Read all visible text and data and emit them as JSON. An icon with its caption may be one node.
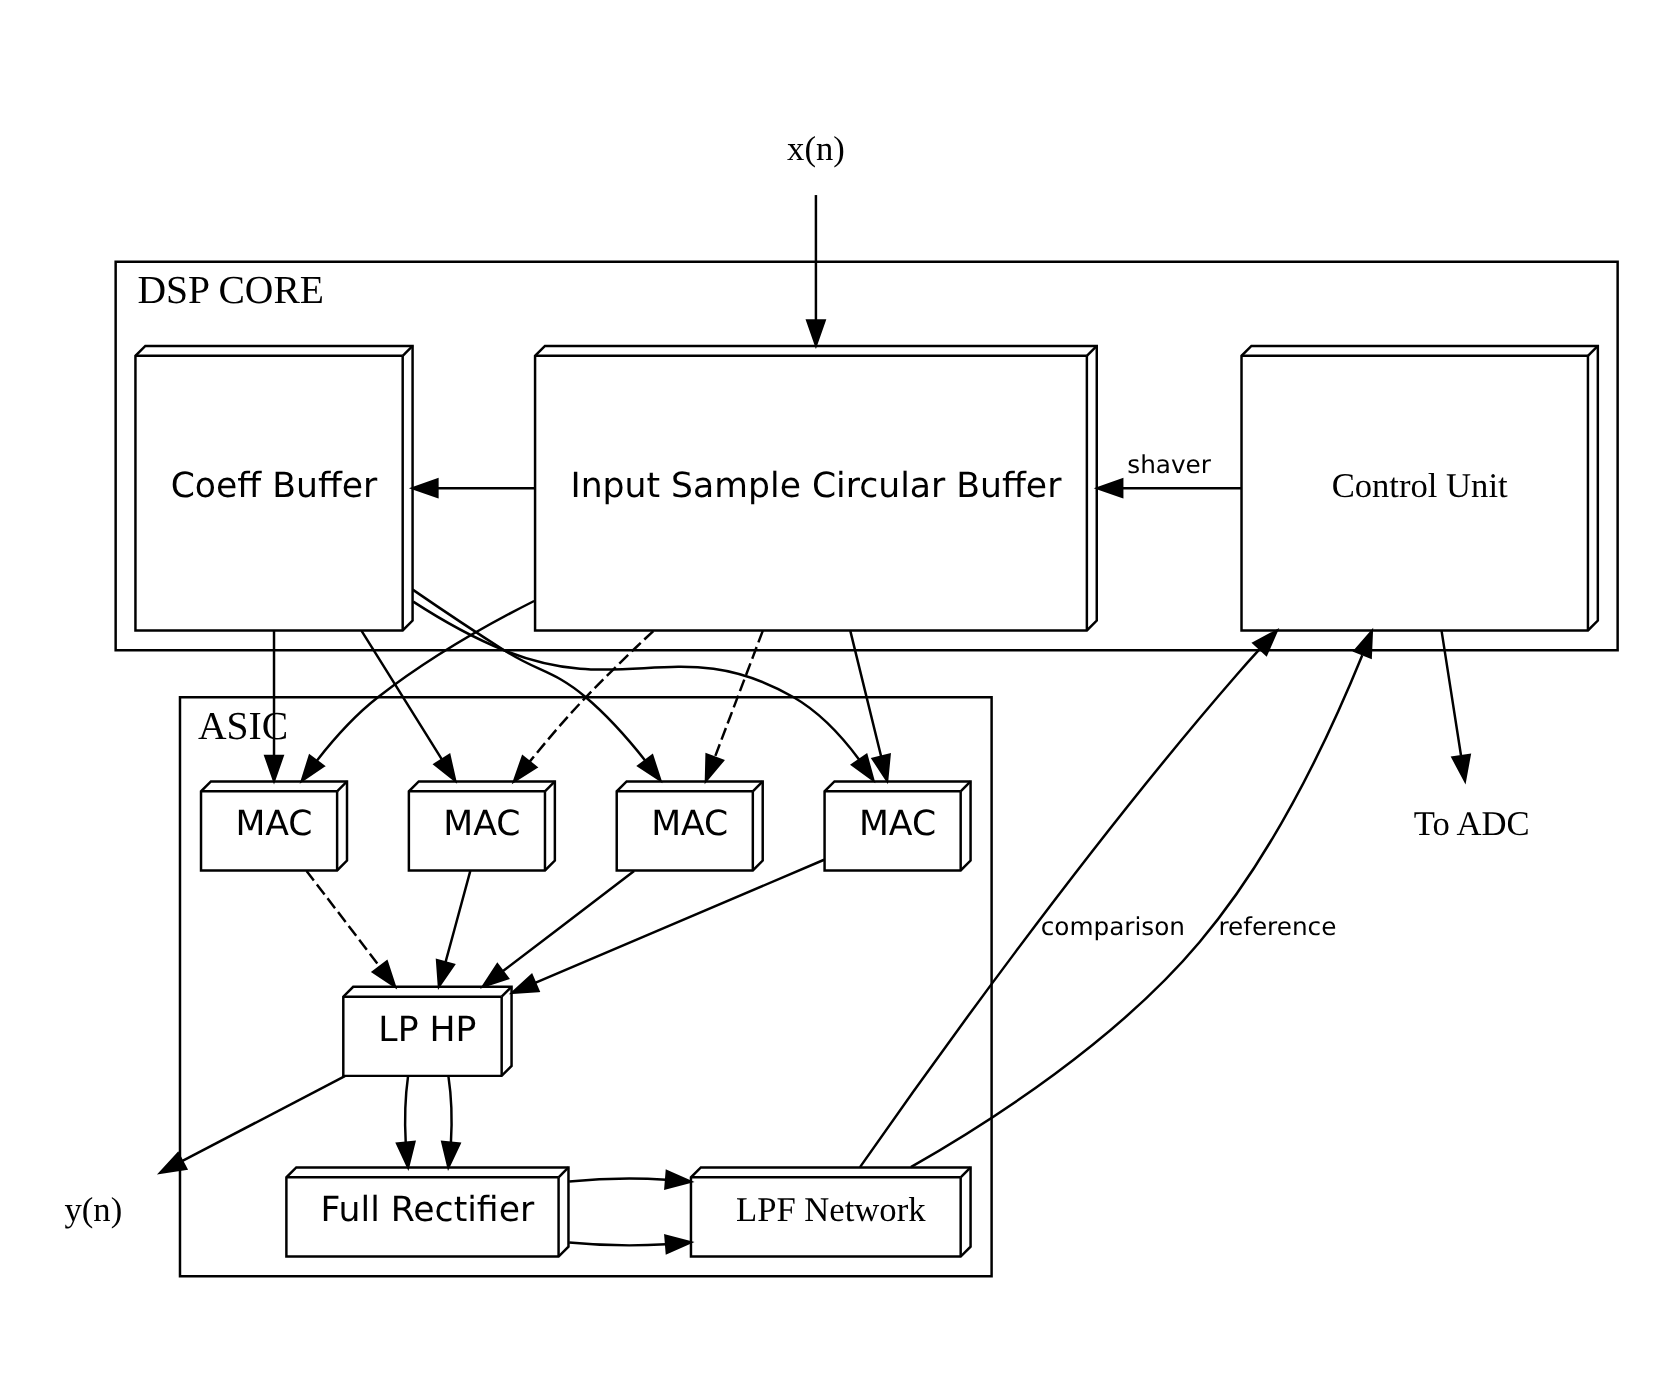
{
  "diagram": {
    "nodes": [
      {
        "text": [
          "DSP CORE"
        ]
      },
      {
        "text": [
          "Coeff Buffer"
        ],
        "in": 0
      },
      {
        "text": [
          "Input Sample Circular Buffer"
        ],
        "in": 0
      },
      {
        "text": [
          "Control Unit"
        ],
        "in": 0
      },
      {
        "text": [
          "ASIC"
        ]
      },
      {
        "text": [
          "MAC"
        ],
        "in": 4
      },
      {
        "text": [
          "MAC"
        ],
        "in": 4
      },
      {
        "text": [
          "MAC"
        ],
        "in": 4
      },
      {
        "text": [
          "MAC"
        ],
        "in": 4
      },
      {
        "text": [
          "LP HP"
        ],
        "in": 4
      },
      {
        "text": [
          "Full Rectifier"
        ],
        "in": 4
      },
      {
        "text": [
          "LPF Network"
        ],
        "in": 4
      },
      {
        "text": [
          "x(n)"
        ]
      },
      {
        "text": [
          "To ADC"
        ]
      },
      {
        "text": [
          "y(n)"
        ]
      }
    ],
    "edges": [
      {
        "from": 12,
        "to": 2,
        "arrow": "to"
      },
      {
        "from": 3,
        "to": 2,
        "arrow": "to",
        "label": "shaver"
      },
      {
        "from": 3,
        "to": 13,
        "arrow": "to"
      },
      {
        "from": 2,
        "to": 1,
        "arrow": "to"
      },
      {
        "from": 1,
        "to": 5,
        "arrow": "to"
      },
      {
        "from": 1,
        "to": 6,
        "arrow": "to"
      },
      {
        "from": 1,
        "to": 7,
        "arrow": "to"
      },
      {
        "from": 1,
        "to": 8,
        "arrow": "to"
      },
      {
        "from": 2,
        "to": 5,
        "arrow": "to",
        "style": "dashed"
      },
      {
        "from": 2,
        "to": 6,
        "arrow": "to",
        "style": "dashed"
      },
      {
        "from": 2,
        "to": 7,
        "arrow": "to"
      },
      {
        "from": 2,
        "to": 8,
        "arrow": "to"
      },
      {
        "from": 5,
        "to": 9,
        "arrow": "to"
      },
      {
        "from": 6,
        "to": 9,
        "arrow": "to"
      },
      {
        "from": 7,
        "to": 9,
        "arrow": "to"
      },
      {
        "from": 8,
        "to": 9,
        "arrow": "to",
        "style": "dashed"
      },
      {
        "from": 9,
        "to": 10,
        "arrow": "to"
      },
      {
        "from": 9,
        "to": 10,
        "arrow": "to"
      },
      {
        "from": 9,
        "to": 14,
        "arrow": "to"
      },
      {
        "from": 10,
        "to": 11,
        "arrow": "to"
      },
      {
        "from": 10,
        "to": 11,
        "arrow": "to"
      },
      {
        "from": 11,
        "to": 3,
        "arrow": "to",
        "label": "comparison"
      },
      {
        "from": 11,
        "to": 3,
        "arrow": "to",
        "label": "reference"
      }
    ]
  }
}
